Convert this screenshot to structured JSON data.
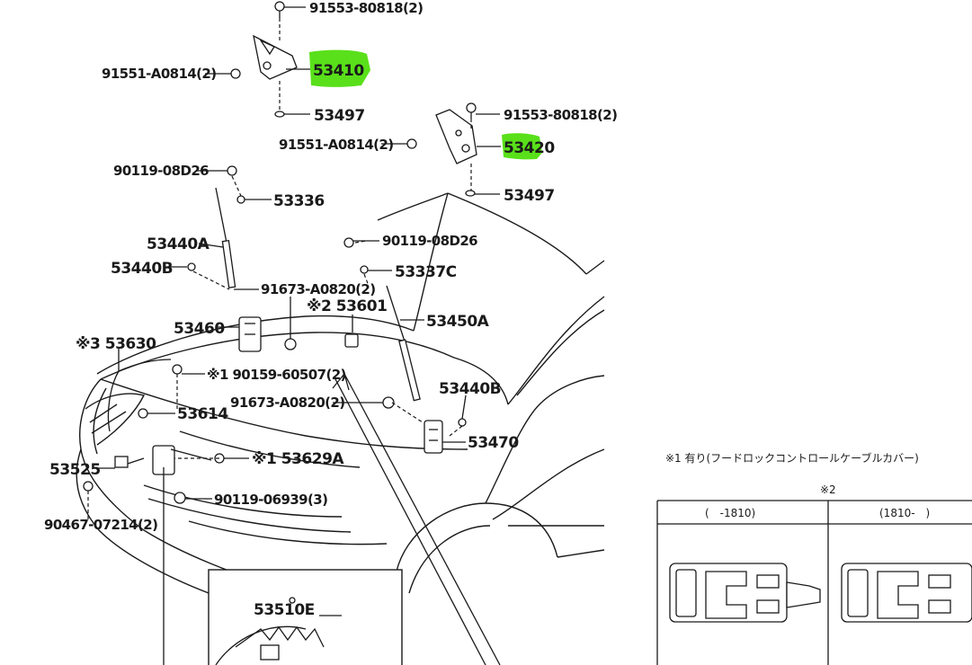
{
  "callouts": [
    {
      "key": "p91553_top",
      "text": "91553-80818(2)"
    },
    {
      "key": "p91551_top",
      "text": "91551-A0814(2)"
    },
    {
      "key": "p53410",
      "text": "53410"
    },
    {
      "key": "p53497_top",
      "text": "53497"
    },
    {
      "key": "p91553_right",
      "text": "91553-80818(2)"
    },
    {
      "key": "p91551_right",
      "text": "91551-A0814(2)"
    },
    {
      "key": "p53420",
      "text": "53420"
    },
    {
      "key": "p53497_right",
      "text": "53497"
    },
    {
      "key": "p90119_left",
      "text": "90119-08D26"
    },
    {
      "key": "p53336",
      "text": "53336"
    },
    {
      "key": "p53440A",
      "text": "53440A"
    },
    {
      "key": "p53440B_left",
      "text": "53440B"
    },
    {
      "key": "p90119_mid",
      "text": "90119-08D26"
    },
    {
      "key": "p53337C",
      "text": "53337C"
    },
    {
      "key": "p91673_top",
      "text": "91673-A0820(2)"
    },
    {
      "key": "p53601",
      "text": "※2 53601"
    },
    {
      "key": "p53450A",
      "text": "53450A"
    },
    {
      "key": "p53460",
      "text": "53460"
    },
    {
      "key": "p53630",
      "text": "※3 53630"
    },
    {
      "key": "p90159",
      "text": "※1 90159-60507(2)"
    },
    {
      "key": "p91673_mid",
      "text": "91673-A0820(2)"
    },
    {
      "key": "p53440B_right",
      "text": "53440B"
    },
    {
      "key": "p53614",
      "text": "53614"
    },
    {
      "key": "p53470",
      "text": "53470"
    },
    {
      "key": "p53629A",
      "text": "※1 53629A"
    },
    {
      "key": "p53525",
      "text": "53525"
    },
    {
      "key": "p90119_low",
      "text": "90119-06939(3)"
    },
    {
      "key": "p90467",
      "text": "90467-07214(2)"
    },
    {
      "key": "p53510E",
      "text": "53510E"
    }
  ],
  "highlight_color": "#59e01a",
  "note1": "※1 有り(フードロックコントロールケーブルカバー)",
  "note2_marker": "※2",
  "table": {
    "col1": "(　-1810)",
    "col2": "(1810-　)"
  }
}
